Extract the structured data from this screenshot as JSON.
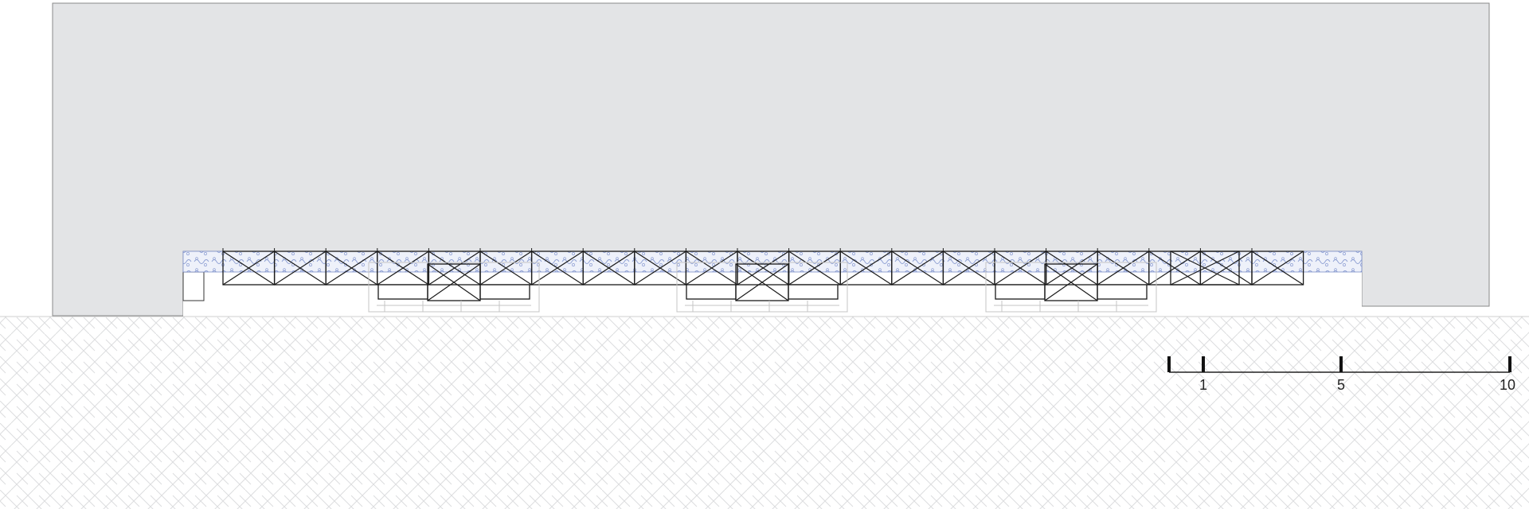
{
  "drawing": {
    "type": "architectural-elevation",
    "colors": {
      "building_fill": "#e3e4e6",
      "outline": "#1a1a1a",
      "hedge_fill": "#c9d3ee",
      "hedge_stroke": "#7b8ec9",
      "ground_hatch": "#d9dadc",
      "annex_line": "#bdbdbd"
    },
    "icons": [
      "cross-braced-module",
      "hedge-planter",
      "herringbone-paving"
    ]
  },
  "scale_bar": {
    "labels": [
      "1",
      "5",
      "10"
    ]
  }
}
